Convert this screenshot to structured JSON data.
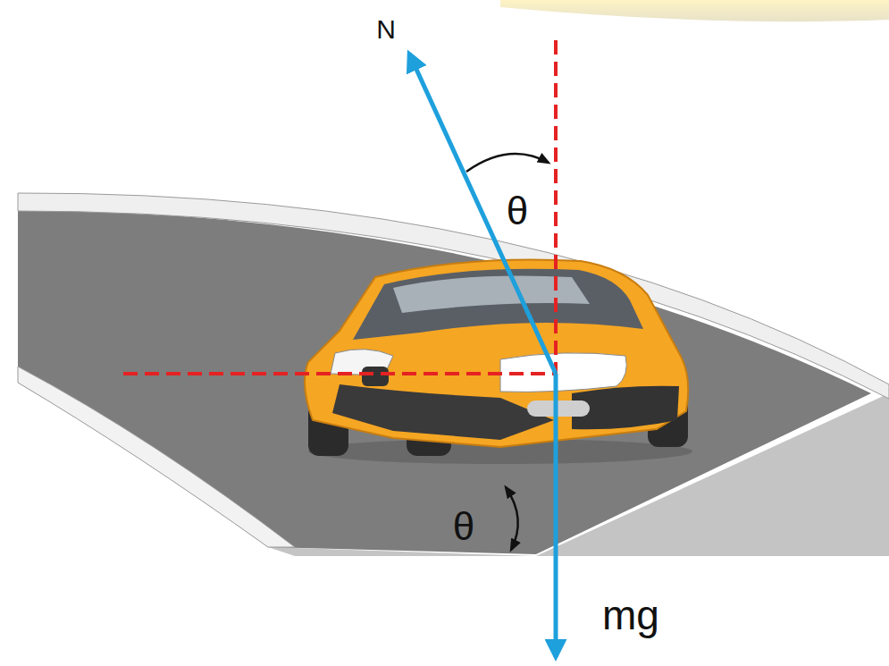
{
  "diagram": {
    "labels": [
      "N",
      "θ",
      "θ",
      "mg"
    ]
  }
}
